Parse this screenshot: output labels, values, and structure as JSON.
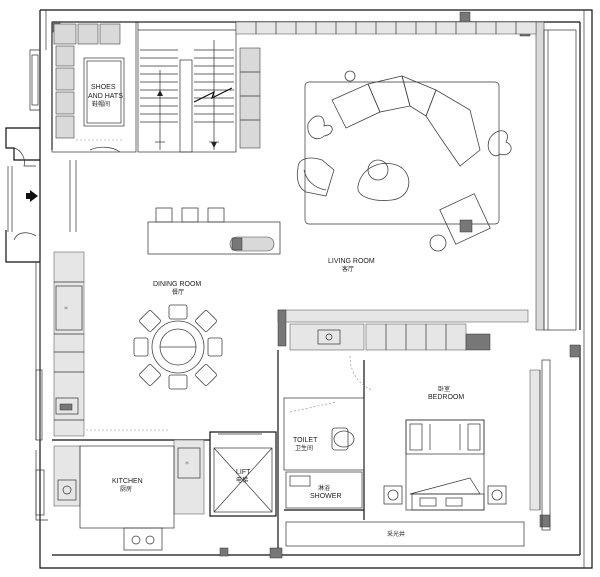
{
  "labels": {
    "shoes_en_1": "SHOES",
    "shoes_en_2": "AND HATS",
    "shoes_cn": "鞋帽间",
    "living_en": "LIVING ROOM",
    "living_cn": "客厅",
    "dining_en": "DINING ROOM",
    "dining_cn": "餐厅",
    "bedroom_cn": "卧室",
    "bedroom_en": "BEDROOM",
    "toilet_en": "TOILET",
    "toilet_cn": "卫生间",
    "shower_cn": "淋浴",
    "shower_en": "SHOWER",
    "lift_en": "LIFT",
    "lift_cn": "电梯",
    "kitchen_en": "KITCHEN",
    "kitchen_cn": "厨房",
    "skylight_cn": "采光井"
  },
  "colors": {
    "wall": "#111111",
    "hatch": "#d9d9d9",
    "furniture": "#444444"
  },
  "icons": {
    "entry": "entry-arrow-icon"
  }
}
